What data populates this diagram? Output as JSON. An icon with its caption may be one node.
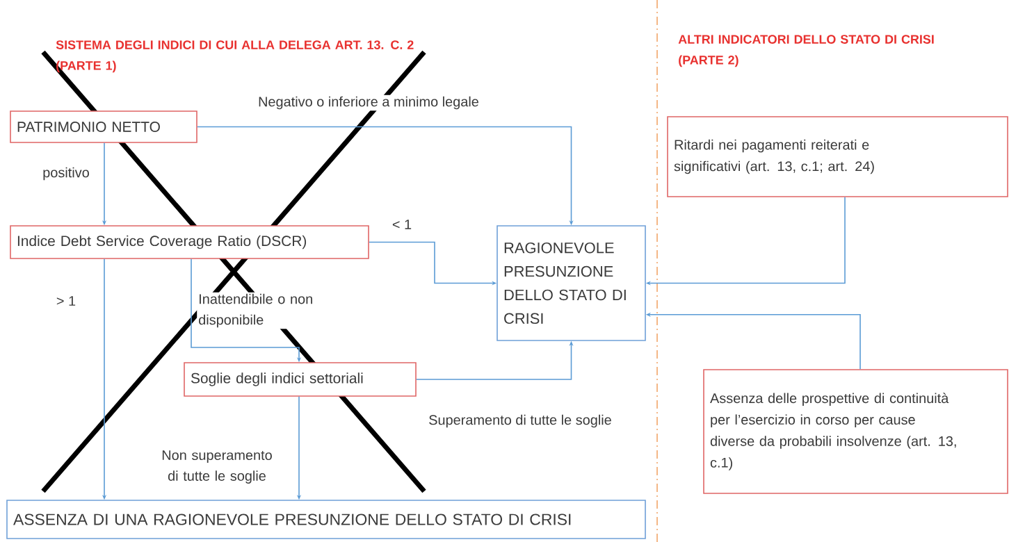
{
  "diagram": {
    "nodes": [
      {
        "text": [
          "PATRIMONIO NETTO"
        ]
      },
      {
        "text": [
          "Indice Debt Service Coverage Ratio (DSCR)"
        ]
      },
      {
        "text": [
          "Soglie degli indici settoriali"
        ]
      },
      {
        "text": [
          "RAGIONEVOLE PRESUNZIONE DELLO STATO DI CRISI"
        ]
      },
      {
        "text": [
          "ASSENZA DI UNA RAGIONEVOLE PRESUNZIONE DELLO STATO DI CRISI"
        ]
      },
      {
        "text": [
          "Ritardi nei pagamenti reiterati e significativi (art. 13, c.1; art. 24)"
        ]
      },
      {
        "text": [
          "Assenza delle prospettive di continuità per l’esercizio in corso per cause diverse da probabili insolvenze (art. 13, c.1)"
        ]
      }
    ],
    "edges": [
      {
        "from": 0,
        "to": 3,
        "arrow": "to",
        "label": "Negativo o inferiore a minimo legale"
      },
      {
        "from": 0,
        "to": 1,
        "arrow": "to",
        "label": "positivo"
      },
      {
        "from": 1,
        "to": 3,
        "arrow": "to",
        "label": "< 1"
      },
      {
        "from": 1,
        "to": 4,
        "arrow": "to",
        "label": "> 1"
      },
      {
        "from": 1,
        "to": 2,
        "arrow": "to",
        "label": "Inattendibile o non disponibile"
      },
      {
        "from": 2,
        "to": 3,
        "arrow": "to",
        "label": "Superamento di tutte le soglie"
      },
      {
        "from": 2,
        "to": 4,
        "arrow": "to",
        "label": "Non superamento di tutte le soglie"
      },
      {
        "from": 5,
        "to": 3,
        "arrow": "to"
      },
      {
        "from": 6,
        "to": 3,
        "arrow": "to"
      }
    ],
    "labels": [
      "SISTEMA DEGLI INDICI DI CUI ALLA DELEGA ART. 13. C. 2 (PARTE 1)",
      "ALTRI INDICATORI DELLO STATO DI CRISI (PARTE 2)"
    ]
  }
}
